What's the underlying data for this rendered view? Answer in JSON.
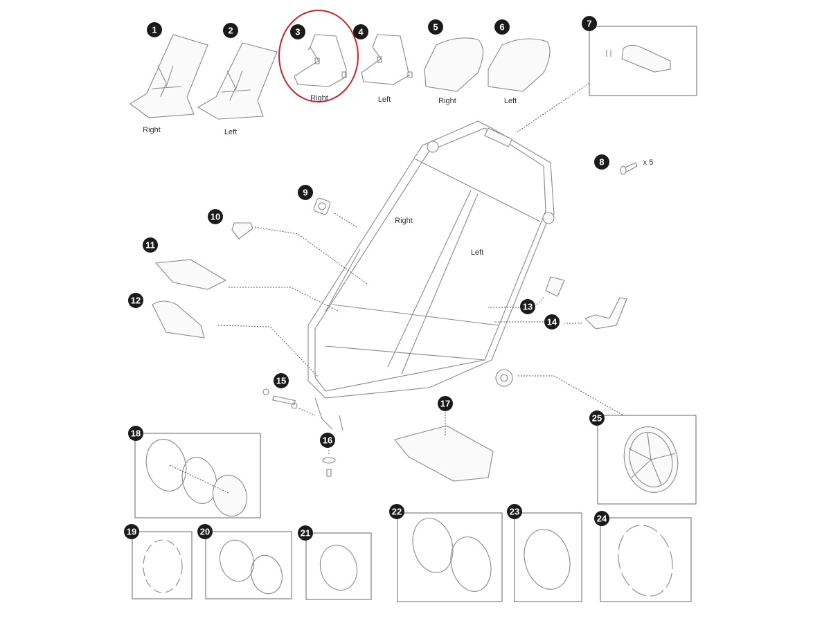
{
  "diagram": {
    "highlight_color": "#d0202a",
    "parts": [
      {
        "number": "1",
        "label": "Right"
      },
      {
        "number": "2",
        "label": "Left"
      },
      {
        "number": "3",
        "label": "Right"
      },
      {
        "number": "4",
        "label": "Left"
      },
      {
        "number": "5",
        "label": "Right"
      },
      {
        "number": "6",
        "label": "Left"
      },
      {
        "number": "7"
      },
      {
        "number": "8",
        "quantity": "x 5"
      },
      {
        "number": "9"
      },
      {
        "number": "10"
      },
      {
        "number": "11"
      },
      {
        "number": "12"
      },
      {
        "number": "13"
      },
      {
        "number": "14"
      },
      {
        "number": "15"
      },
      {
        "number": "16"
      },
      {
        "number": "17"
      },
      {
        "number": "18"
      },
      {
        "number": "19"
      },
      {
        "number": "20"
      },
      {
        "number": "21"
      },
      {
        "number": "22"
      },
      {
        "number": "23"
      },
      {
        "number": "24"
      },
      {
        "number": "25"
      }
    ],
    "frame_labels": {
      "right": "Right",
      "left": "Left"
    }
  }
}
